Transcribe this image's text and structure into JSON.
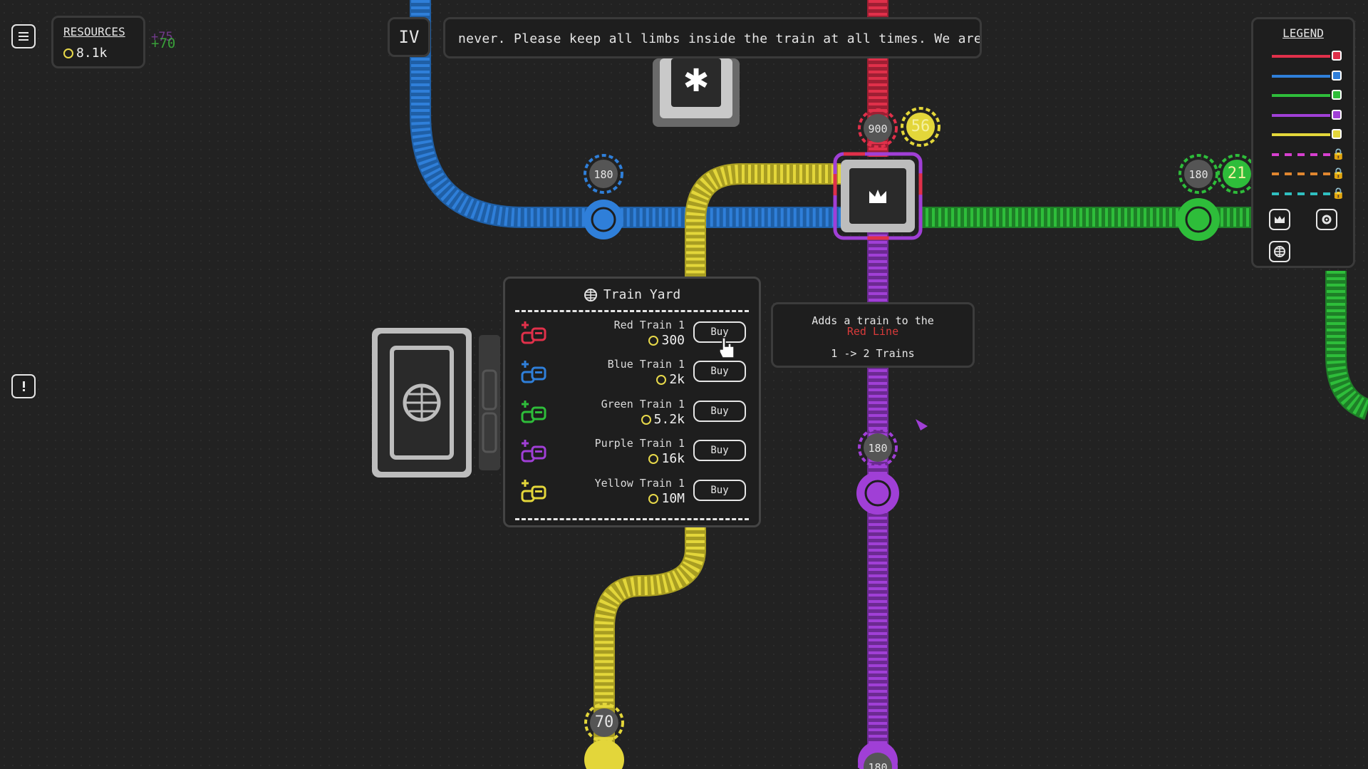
{
  "hud": {
    "resources_title": "RESOURCES",
    "resources_value": "8.1k",
    "income_purple": "+75",
    "income_green": "+70",
    "level": "IV",
    "ticker": "never. Please keep all limbs inside the train at all times. We are"
  },
  "legend": {
    "title": "LEGEND",
    "lines": [
      {
        "color": "#e0304a",
        "style": "solid",
        "locked": false
      },
      {
        "color": "#2f7fd9",
        "style": "solid",
        "locked": false
      },
      {
        "color": "#2ebd3a",
        "style": "solid",
        "locked": false
      },
      {
        "color": "#a03fd6",
        "style": "solid",
        "locked": false
      },
      {
        "color": "#e3d63a",
        "style": "solid",
        "locked": false
      },
      {
        "color": "#d63fcf",
        "style": "dashed",
        "locked": true
      },
      {
        "color": "#e0862f",
        "style": "dashed",
        "locked": true
      },
      {
        "color": "#2fbfc0",
        "style": "dashed",
        "locked": true
      }
    ],
    "icons": [
      "crown-icon",
      "gear-icon",
      "globe-icon"
    ]
  },
  "map": {
    "stations": [
      {
        "value": "180",
        "color": "#2f7fd9"
      },
      {
        "value": "900",
        "color": "#e0304a"
      },
      {
        "value": "56",
        "color": "#e3d63a"
      },
      {
        "value": "180",
        "color": "#2ebd3a"
      },
      {
        "value": "21",
        "color": "#2ebd3a"
      },
      {
        "value": "180",
        "color": "#a03fd6"
      },
      {
        "value": "70",
        "color": "#e3d63a"
      },
      {
        "value": "180",
        "color": "#a03fd6"
      }
    ]
  },
  "train_yard": {
    "title": "Train Yard",
    "buy_label": "Buy",
    "trains": [
      {
        "name": "Red Train 1",
        "price": "300",
        "color": "#e0304a"
      },
      {
        "name": "Blue Train 1",
        "price": "2k",
        "color": "#2f7fd9"
      },
      {
        "name": "Green Train 1",
        "price": "5.2k",
        "color": "#2ebd3a"
      },
      {
        "name": "Purple Train 1",
        "price": "16k",
        "color": "#a03fd6"
      },
      {
        "name": "Yellow Train 1",
        "price": "10M",
        "color": "#e3d63a"
      }
    ]
  },
  "tooltip": {
    "line1": "Adds a train to the",
    "line2": "Red Line",
    "line3": "1 -> 2 Trains"
  }
}
